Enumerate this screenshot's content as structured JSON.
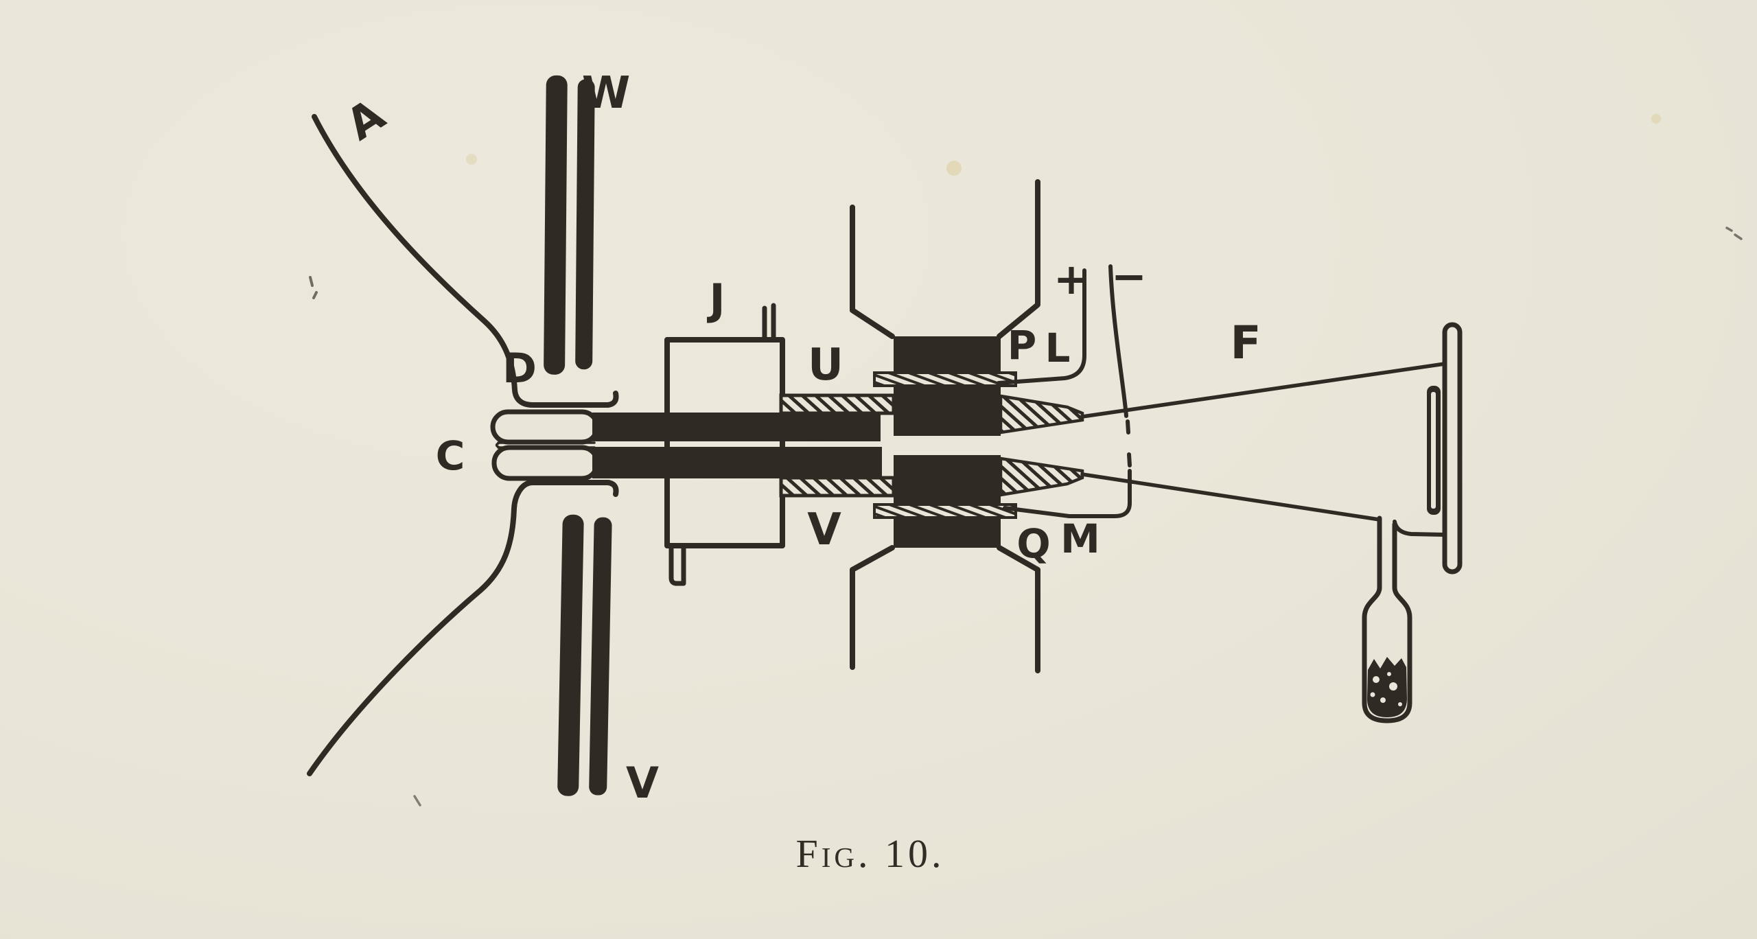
{
  "figure": {
    "caption": "Fig. 10.",
    "colors": {
      "paper": "#e9e5d8",
      "ink": "#2f2a23"
    },
    "labels": {
      "flask": "A",
      "upper_screen_plates": "W",
      "anode_opening": "D",
      "cathode": "C",
      "jacket": "J",
      "upper_insulating_tube": "U",
      "lower_insulating_tube": "V",
      "upper_pole_piece": "P",
      "upper_deflection_plate": "L",
      "positive_terminal": "+",
      "negative_terminal": "−",
      "observation_screen": "F",
      "lower_pole_piece": "Q",
      "lower_deflection_plate": "M",
      "lower_screen_plates": "V"
    }
  }
}
